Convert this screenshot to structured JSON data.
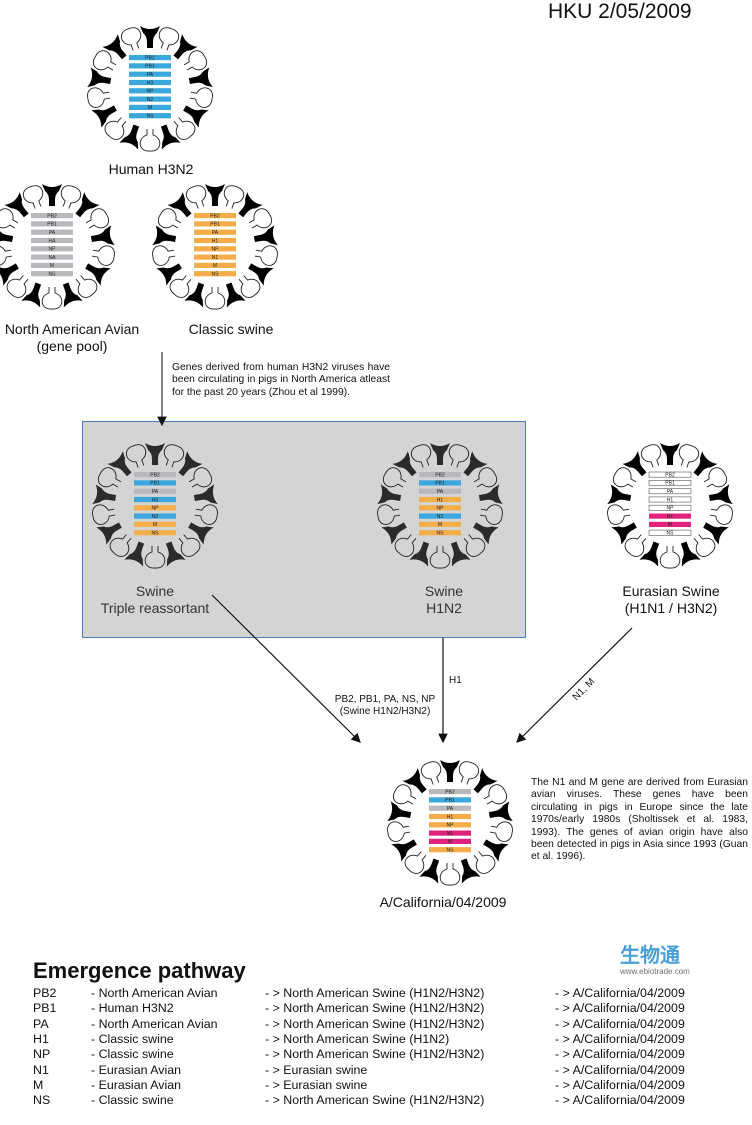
{
  "header": {
    "stamp": "HKU 2/05/2009"
  },
  "colors": {
    "human": "#3aa8dc",
    "avian": "#b9b9bd",
    "classic": "#f4ad4a",
    "eurasian": "#e0237c",
    "blank": "#ffffff",
    "gray_box": "#d4d4d4",
    "box_border": "#4a78b8"
  },
  "particles": [
    {
      "id": "human-h3n2",
      "label_lines": [
        "Human H3N2"
      ],
      "segments": [
        [
          "PB2",
          "human"
        ],
        [
          "PB1",
          "human"
        ],
        [
          "PA",
          "human"
        ],
        [
          "H3",
          "human"
        ],
        [
          "NP",
          "human"
        ],
        [
          "N2",
          "human"
        ],
        [
          "M",
          "human"
        ],
        [
          "NS",
          "human"
        ]
      ]
    },
    {
      "id": "north-american-avian",
      "label_lines": [
        "North American Avian",
        "(gene pool)"
      ],
      "segments": [
        [
          "PB2",
          "avian"
        ],
        [
          "PB1",
          "avian"
        ],
        [
          "PA",
          "avian"
        ],
        [
          "HA",
          "avian"
        ],
        [
          "NP",
          "avian"
        ],
        [
          "NA",
          "avian"
        ],
        [
          "M",
          "avian"
        ],
        [
          "NS",
          "avian"
        ]
      ]
    },
    {
      "id": "classic-swine",
      "label_lines": [
        "Classic swine"
      ],
      "segments": [
        [
          "PB2",
          "classic"
        ],
        [
          "PB1",
          "classic"
        ],
        [
          "PA",
          "classic"
        ],
        [
          "H1",
          "classic"
        ],
        [
          "NP",
          "classic"
        ],
        [
          "N1",
          "classic"
        ],
        [
          "M",
          "classic"
        ],
        [
          "NS",
          "classic"
        ]
      ]
    },
    {
      "id": "swine-triple-reassortant",
      "label_lines": [
        "Swine",
        "Triple reassortant"
      ],
      "segments": [
        [
          "PB2",
          "avian"
        ],
        [
          "PB1",
          "human"
        ],
        [
          "PA",
          "avian"
        ],
        [
          "H3",
          "human"
        ],
        [
          "NP",
          "classic"
        ],
        [
          "N2",
          "human"
        ],
        [
          "M",
          "classic"
        ],
        [
          "NS",
          "classic"
        ]
      ]
    },
    {
      "id": "swine-h1n2",
      "label_lines": [
        "Swine",
        "H1N2"
      ],
      "segments": [
        [
          "PB2",
          "avian"
        ],
        [
          "PB1",
          "human"
        ],
        [
          "PA",
          "avian"
        ],
        [
          "H1",
          "classic"
        ],
        [
          "NP",
          "classic"
        ],
        [
          "N2",
          "human"
        ],
        [
          "M",
          "classic"
        ],
        [
          "NS",
          "classic"
        ]
      ]
    },
    {
      "id": "eurasian-swine",
      "label_lines": [
        "Eurasian Swine",
        "(H1N1 / H3N2)"
      ],
      "segments": [
        [
          "PB2",
          "blank"
        ],
        [
          "PB1",
          "blank"
        ],
        [
          "PA",
          "blank"
        ],
        [
          "H1",
          "blank"
        ],
        [
          "NP",
          "blank"
        ],
        [
          "N1",
          "eurasian"
        ],
        [
          "M",
          "eurasian"
        ],
        [
          "NS",
          "blank"
        ]
      ]
    },
    {
      "id": "a-california-04-2009",
      "label_lines": [
        "A/California/04/2009"
      ],
      "segments": [
        [
          "PB2",
          "avian"
        ],
        [
          "PB1",
          "human"
        ],
        [
          "PA",
          "avian"
        ],
        [
          "H1",
          "classic"
        ],
        [
          "NP",
          "classic"
        ],
        [
          "N1",
          "eurasian"
        ],
        [
          "M",
          "eurasian"
        ],
        [
          "NS",
          "classic"
        ]
      ]
    }
  ],
  "notes": {
    "human_genes": "Genes derived from human H3N2 viruses have been circulating in pigs in North America atleast for the past 20 years (Zhou et al 1999).",
    "eurasian": "The N1 and M gene are derived from Eurasian avian viruses. These genes have been circulating in pigs in Europe since the late 1970s/early 1980s (Sholtissek et al. 1983, 1993). The genes of avian origin have also been detected in pigs in Asia since 1993 (Guan et al. 1996)."
  },
  "arrows": {
    "triple_label_1": "PB2, PB1, PA, NS, NP",
    "triple_label_2": "(Swine H1N2/H3N2)",
    "h1n2_label": "H1",
    "eurasian_label": "N1, M"
  },
  "pathway": {
    "title": "Emergence pathway",
    "rows": [
      [
        "PB2",
        "- North American Avian",
        "- > North American Swine (H1N2/H3N2)",
        "- > A/California/04/2009"
      ],
      [
        "PB1",
        "- Human H3N2",
        "- > North American Swine (H1N2/H3N2)",
        "- > A/California/04/2009"
      ],
      [
        "PA",
        "- North American Avian",
        "- > North American Swine (H1N2/H3N2)",
        "- > A/California/04/2009"
      ],
      [
        "H1",
        "- Classic swine",
        "- > North American Swine (H1N2)",
        "- > A/California/04/2009"
      ],
      [
        "NP",
        "- Classic swine",
        "- > North American Swine (H1N2/H3N2)",
        "- > A/California/04/2009"
      ],
      [
        "N1",
        "- Eurasian Avian",
        "- > Eurasian swine",
        "- > A/California/04/2009"
      ],
      [
        "M",
        "- Eurasian Avian",
        "- > Eurasian swine",
        "- > A/California/04/2009"
      ],
      [
        "NS",
        "- Classic swine",
        "- > North American Swine (H1N2/H3N2)",
        "- > A/California/04/2009"
      ]
    ]
  },
  "watermark": {
    "text": "生物通",
    "url_text": "www.ebiotrade.com"
  }
}
